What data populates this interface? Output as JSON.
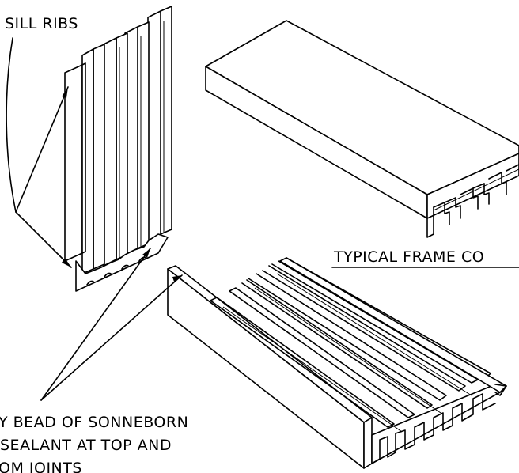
{
  "labels": {
    "sill_ribs": "SILL RIBS",
    "frame_caption": "TYPICAL FRAME CO",
    "sealant_line1": "Y BEAD OF SONNEBORN",
    "sealant_line2": "SEALANT AT TOP AND",
    "sealant_line3": "OM JOINTS"
  }
}
